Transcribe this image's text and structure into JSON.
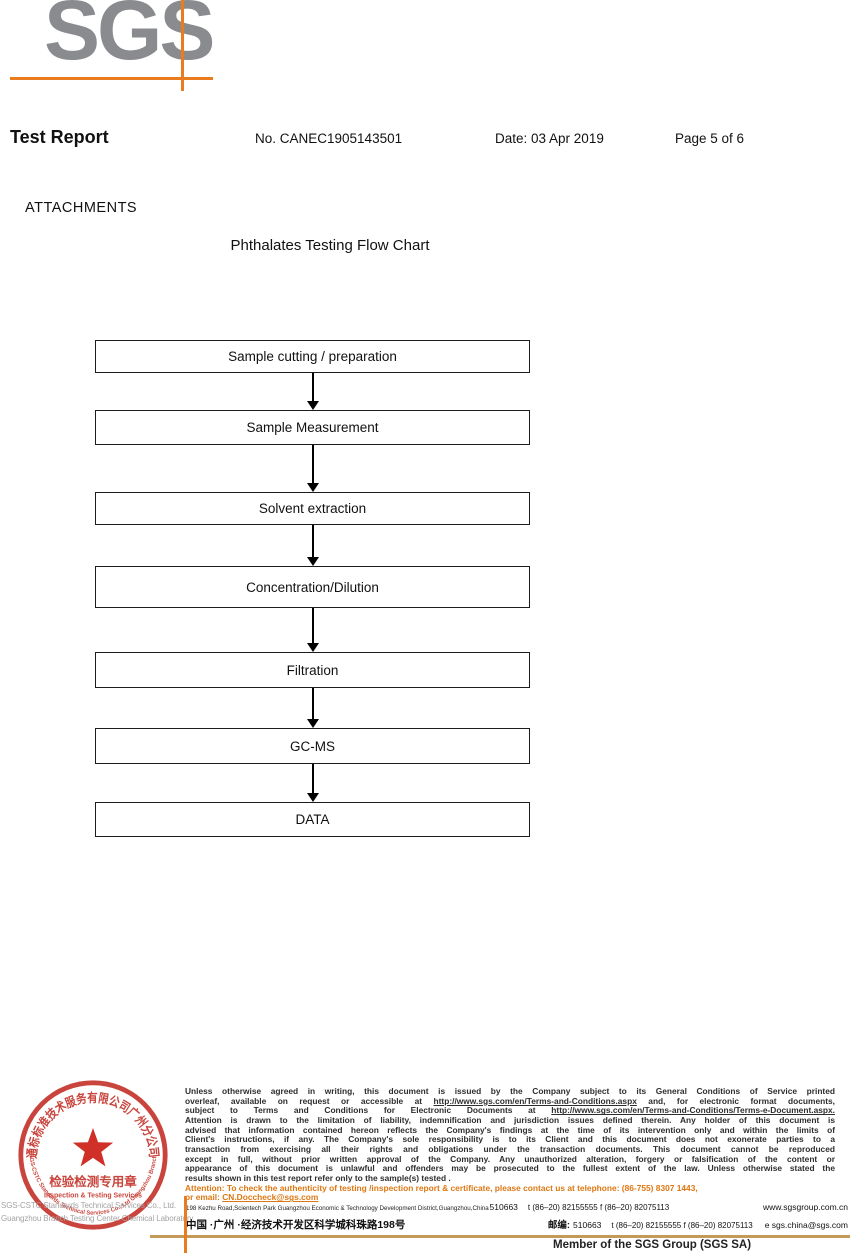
{
  "logo": {
    "text": "SGS"
  },
  "header": {
    "title": "Test Report",
    "report_no": "No. CANEC1905143501",
    "date": "Date: 03 Apr 2019",
    "page": "Page 5 of 6"
  },
  "attachments": {
    "heading": "ATTACHMENTS",
    "chart_title": "Phthalates Testing Flow Chart"
  },
  "flowchart": {
    "steps": [
      "Sample cutting / preparation",
      "Sample Measurement",
      "Solvent extraction",
      "Concentration/Dilution",
      "Filtration",
      "GC-MS",
      "DATA"
    ]
  },
  "stamp": {
    "ring_text_cn": "通标标准技术服务有限公司广州分公司",
    "ring_text_en": "SGS-CSTC Standards Technical Services Co., Ltd Guangzhou Branch",
    "center_cn": "检验检测专用章",
    "center_en": "Inspection & Testing Services"
  },
  "footer": {
    "company_line1": "SGS-CSTC Standards Technical Services Co., Ltd.",
    "company_line2": "Guangzhou Branch Testing Center Chemical Laboratory.",
    "legal_lines": [
      "Unless otherwise agreed in writing, this document is issued by the Company subject to its General Conditions of Service printed",
      "overleaf, available on request or accessible at http://www.sgs.com/en/Terms-and-Conditions.aspx and, for electronic format documents,",
      "subject to Terms and Conditions for Electronic Documents at http://www.sgs.com/en/Terms-and-Conditions/Terms-e-Document.aspx.",
      "Attention is drawn to the limitation of liability, indemnification and jurisdiction issues defined therein. Any holder of this document is",
      "advised that information contained hereon reflects the Company's findings at the time of its intervention only and within the limits of",
      "Client's instructions, if any. The Company's sole responsibility is to its Client and this document does not exonerate parties to a",
      "transaction from exercising all their rights and obligations under the transaction documents. This document cannot be reproduced",
      "except in full, without prior written approval of the Company. Any unauthorized alteration, forgery or falsification of the content or",
      "appearance of this document is unlawful and offenders may be prosecuted to the fullest extent of the law. Unless otherwise stated the",
      "results shown in this test report refer only to the sample(s) tested ."
    ],
    "attention_lines": [
      "Attention: To check the authenticity of testing /inspection report & certificate, please contact us at telephone: (86-755) 8307 1443,",
      "or email: CN.Doccheck@sgs.com"
    ],
    "address_en": "198 Kezhu Road,Scientech Park Guangzhou Economic & Technology Development District,Guangzhou,China",
    "postal_code": "510663",
    "tel_fax_1": "t (86–20) 82155555   f (86–20) 82075113",
    "website": "www.sgsgroup.com.cn",
    "address_cn": "中国 ·广州 ·经济技术开发区科学城科珠路198号",
    "postal_label_cn": "邮编:",
    "postal_code_cn": "510663",
    "tel_fax_2": "t (86–20) 82155555   f (86–20) 82075113",
    "email": "e  sgs.china@sgs.com",
    "member": "Member of the SGS Group (SGS SA)"
  },
  "colors": {
    "brand_orange": "#e87c1f",
    "footer_tan_line": "#c49a58",
    "attention_orange": "#dd7712",
    "stamp_red": "#c5352c",
    "logo_gray": "#8a8b8e"
  }
}
